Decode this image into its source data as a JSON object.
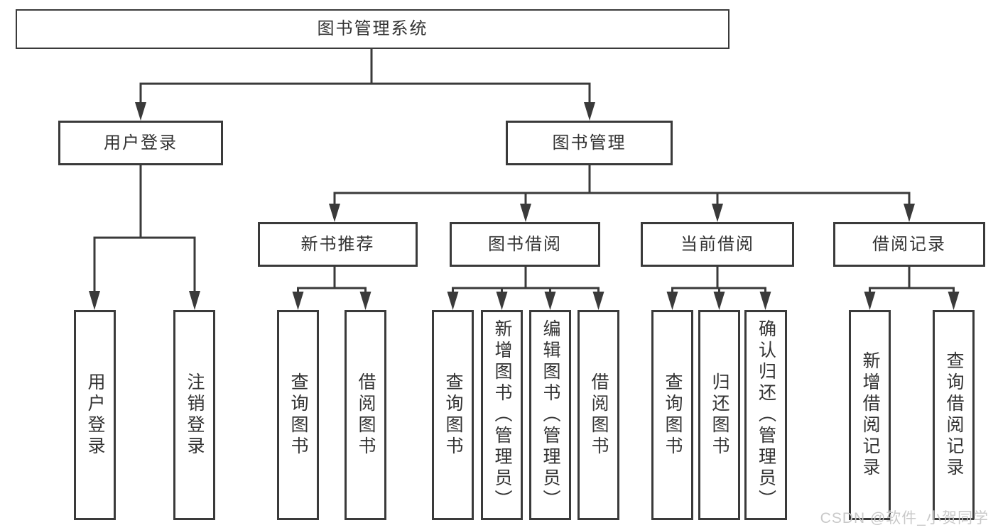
{
  "tree": {
    "root": "图书管理系统",
    "branches": [
      {
        "label": "用户登录",
        "children": [
          "用户登录",
          "注销登录"
        ]
      },
      {
        "label": "图书管理",
        "children": [
          {
            "label": "新书推荐",
            "children": [
              "查询图书",
              "借阅图书"
            ]
          },
          {
            "label": "图书借阅",
            "children": [
              "查询图书",
              "新增图书（管理员）",
              "编辑图书（管理员）",
              "借阅图书"
            ]
          },
          {
            "label": "当前借阅",
            "children": [
              "查询图书",
              "归还图书",
              "确认归还（管理员）"
            ]
          },
          {
            "label": "借阅记录",
            "children": [
              "新增借阅记录",
              "查询借阅记录"
            ]
          }
        ]
      }
    ]
  },
  "watermark": "CSDN @软件_小贺同学",
  "colors": {
    "line": "#3a3a3a",
    "text": "#333333",
    "box_background": "#ffffff",
    "watermark": "#c9c9c9",
    "background": "#ffffff"
  }
}
